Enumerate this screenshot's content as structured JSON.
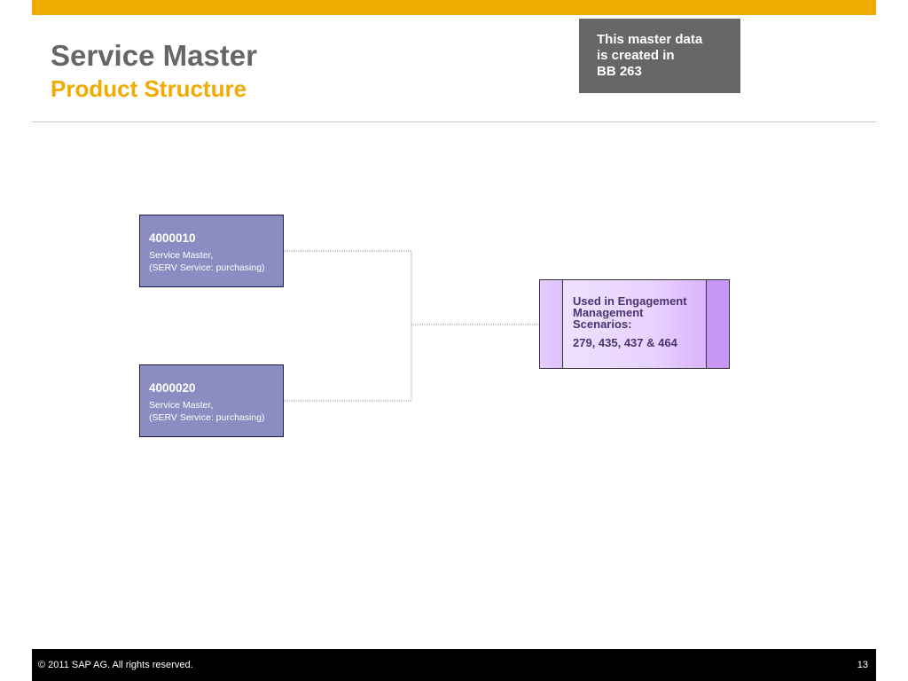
{
  "header": {
    "title": "Service Master",
    "subtitle": "Product Structure"
  },
  "note": {
    "text": "This master data\nis created in\nBB 263"
  },
  "products": [
    {
      "id": "4000010",
      "description": "Service Master,\n(SERV  Service: purchasing)"
    },
    {
      "id": "4000020",
      "description": "Service Master,\n(SERV  Service: purchasing)"
    }
  ],
  "scenario": {
    "heading": "Used in Engagement\nManagement\nScenarios:",
    "numbers": "279, 435, 437 &  464"
  },
  "footer": {
    "copyright": "©  2011 SAP AG. All rights reserved.",
    "page_number": "13"
  },
  "colors": {
    "accent": "#f0ab00",
    "title_gray": "#666666",
    "product_fill": "#8b8dc2",
    "scenario_fill": "#e8d2ff"
  }
}
